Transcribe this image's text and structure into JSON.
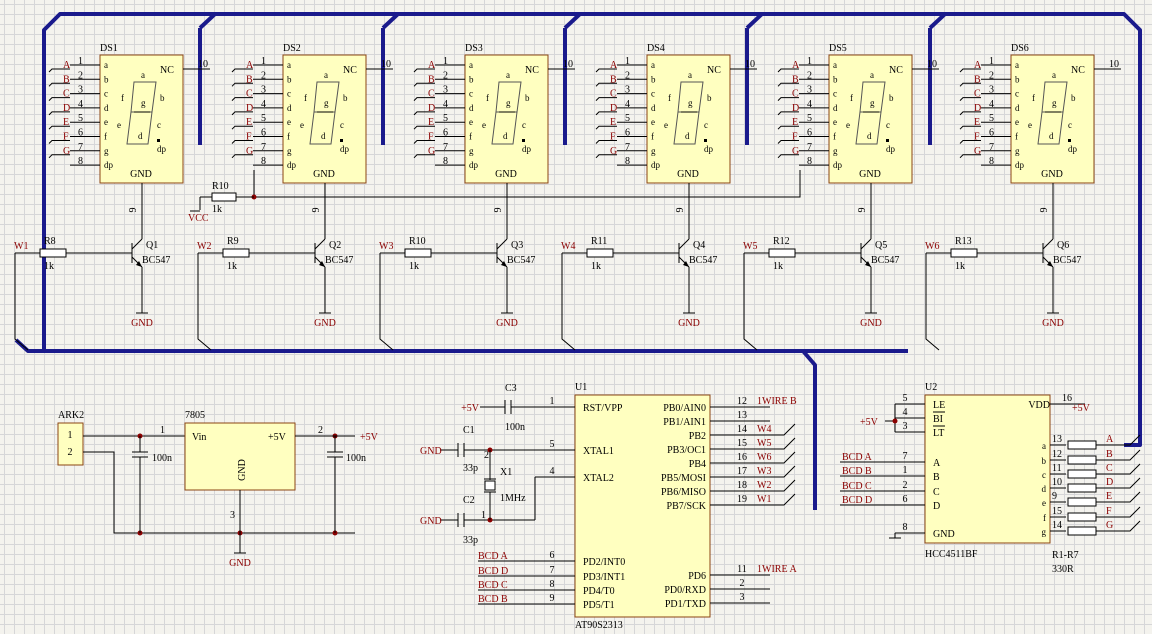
{
  "displays": [
    {
      "ref": "DS1",
      "q": "Q1",
      "r": "R8",
      "w": "W1"
    },
    {
      "ref": "DS2",
      "q": "Q2",
      "r": "R9",
      "w": "W2"
    },
    {
      "ref": "DS3",
      "q": "Q3",
      "r": "R10",
      "w": "W3"
    },
    {
      "ref": "DS4",
      "q": "Q4",
      "r": "R11",
      "w": "W4"
    },
    {
      "ref": "DS5",
      "q": "Q5",
      "r": "R12",
      "w": "W5"
    },
    {
      "ref": "DS6",
      "q": "Q6",
      "r": "R13",
      "w": "W6"
    }
  ],
  "display_common": {
    "letters": [
      "A",
      "B",
      "C",
      "D",
      "E",
      "F",
      "G"
    ],
    "pin_numbers": [
      "1",
      "2",
      "3",
      "4",
      "5",
      "6",
      "7",
      "8"
    ],
    "pin_labels": [
      "a",
      "b",
      "c",
      "d",
      "e",
      "f",
      "g",
      "dp"
    ],
    "nc": "NC",
    "nc_pin": "10",
    "gnd": "GND",
    "gnd_pin": "9",
    "seg_labels": {
      "a": "a",
      "b": "b",
      "c": "c",
      "d": "d",
      "e": "e",
      "f": "f",
      "g": "g",
      "dp": "dp"
    }
  },
  "transistor_common": {
    "type": "BC547",
    "res_value": "1k",
    "gnd": "GND"
  },
  "pullup": {
    "ref": "R10",
    "value": "1k",
    "net": "VCC"
  },
  "ark2": {
    "ref": "ARK2",
    "pins": [
      "1",
      "2"
    ]
  },
  "regulator": {
    "ref": "7805",
    "vin": "Vin",
    "vout": "+5V",
    "gnd": "GND",
    "pin1": "1",
    "pin2": "2",
    "pin3": "3",
    "cap_in": "100n",
    "cap_out": "100n",
    "net_out": "+5V",
    "net_gnd": "GND"
  },
  "mcu": {
    "ref": "U1",
    "part": "AT90S2313",
    "left_pins": [
      {
        "num": "1",
        "name": "RST/VPP"
      },
      {
        "num": "5",
        "name": "XTAL1"
      },
      {
        "num": "4",
        "name": "XTAL2"
      },
      {
        "num": "6",
        "name": "PD2/INT0"
      },
      {
        "num": "7",
        "name": "PD3/INT1"
      },
      {
        "num": "8",
        "name": "PD4/T0"
      },
      {
        "num": "9",
        "name": "PD5/T1"
      }
    ],
    "right_pins": [
      {
        "num": "12",
        "name": "PB0/AIN0",
        "net": "1WIRE B"
      },
      {
        "num": "13",
        "name": "PB1/AIN1",
        "net": ""
      },
      {
        "num": "14",
        "name": "PB2",
        "net": "W4"
      },
      {
        "num": "15",
        "name": "PB3/OC1",
        "net": "W5"
      },
      {
        "num": "16",
        "name": "PB4",
        "net": "W6"
      },
      {
        "num": "17",
        "name": "PB5/MOSI",
        "net": "W3"
      },
      {
        "num": "18",
        "name": "PB6/MISO",
        "net": "W2"
      },
      {
        "num": "19",
        "name": "PB7/SCK",
        "net": "W1"
      },
      {
        "num": "11",
        "name": "PD6",
        "net": "1WIRE A"
      },
      {
        "num": "2",
        "name": "PD0/RXD",
        "net": ""
      },
      {
        "num": "3",
        "name": "PD1/TXD",
        "net": ""
      }
    ],
    "bcd_nets": [
      "BCD A",
      "BCD D",
      "BCD C",
      "BCD B"
    ],
    "c3": {
      "ref": "C3",
      "value": "100n",
      "net": "+5V"
    },
    "c1": {
      "ref": "C1",
      "value": "33p",
      "pin": "2"
    },
    "c2": {
      "ref": "C2",
      "value": "33p",
      "pin": "1"
    },
    "x1": {
      "ref": "X1",
      "value": "1MHz"
    },
    "gnd": "GND"
  },
  "decoder": {
    "ref": "U2",
    "part": "HCC4511BF",
    "left_pins": [
      {
        "num": "5",
        "name": "LE"
      },
      {
        "num": "4",
        "name": "BI"
      },
      {
        "num": "3",
        "name": "LT"
      },
      {
        "num": "7",
        "name": "A",
        "net": "BCD A"
      },
      {
        "num": "1",
        "name": "B",
        "net": "BCD B"
      },
      {
        "num": "2",
        "name": "C",
        "net": "BCD C"
      },
      {
        "num": "6",
        "name": "D",
        "net": "BCD D"
      },
      {
        "num": "8",
        "name": "GND"
      }
    ],
    "vdd": {
      "num": "16",
      "name": "VDD",
      "net": "+5V"
    },
    "plus5": "+5V",
    "outputs": [
      {
        "num": "13",
        "name": "a",
        "net": "A"
      },
      {
        "num": "12",
        "name": "b",
        "net": "B"
      },
      {
        "num": "11",
        "name": "c",
        "net": "C"
      },
      {
        "num": "10",
        "name": "d",
        "net": "D"
      },
      {
        "num": "9",
        "name": "e",
        "net": "E"
      },
      {
        "num": "15",
        "name": "f",
        "net": "F"
      },
      {
        "num": "14",
        "name": "g",
        "net": "G"
      }
    ],
    "res_ref": "R1-R7",
    "res_value": "330R"
  }
}
